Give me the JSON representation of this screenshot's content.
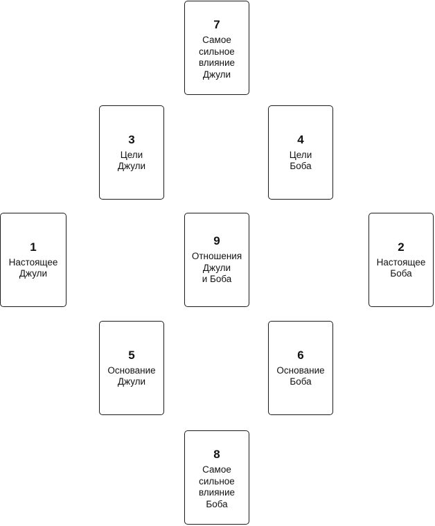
{
  "cards": [
    {
      "id": "7",
      "number": "7",
      "label": "Самое\nсильное\nвлияние\nДжули"
    },
    {
      "id": "3",
      "number": "3",
      "label": "Цели\nДжули"
    },
    {
      "id": "4",
      "number": "4",
      "label": "Цели\nБоба"
    },
    {
      "id": "1",
      "number": "1",
      "label": "Настоящее\nДжули"
    },
    {
      "id": "9",
      "number": "9",
      "label": "Отношения\nДжули\nи Боба"
    },
    {
      "id": "2",
      "number": "2",
      "label": "Настоящее\nБоба"
    },
    {
      "id": "5",
      "number": "5",
      "label": "Основание\nДжули"
    },
    {
      "id": "6",
      "number": "6",
      "label": "Основание\nБоба"
    },
    {
      "id": "8",
      "number": "8",
      "label": "Самое\nсильное\nвлияние\nБоба"
    }
  ]
}
